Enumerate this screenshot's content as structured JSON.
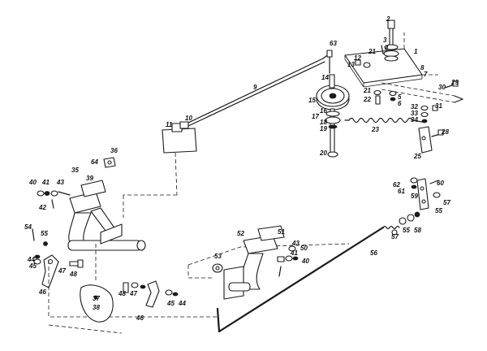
{
  "labels": [
    "1",
    "2",
    "3",
    "4",
    "5",
    "6",
    "7",
    "8",
    "9",
    "10",
    "11",
    "12",
    "13",
    "14",
    "15",
    "16",
    "17",
    "18",
    "19",
    "20",
    "21",
    "21",
    "22",
    "23",
    "25",
    "28",
    "29",
    "30",
    "31",
    "32",
    "33",
    "34",
    "35",
    "36",
    "37",
    "38",
    "39",
    "40",
    "40",
    "41",
    "41",
    "42",
    "43",
    "43",
    "44",
    "44",
    "45",
    "45",
    "46",
    "46",
    "47",
    "47",
    "48",
    "48",
    "50",
    "51",
    "52",
    "53",
    "54",
    "55",
    "55",
    "55",
    "56",
    "57",
    "57",
    "58",
    "59",
    "60",
    "61",
    "62",
    "63",
    "64"
  ]
}
